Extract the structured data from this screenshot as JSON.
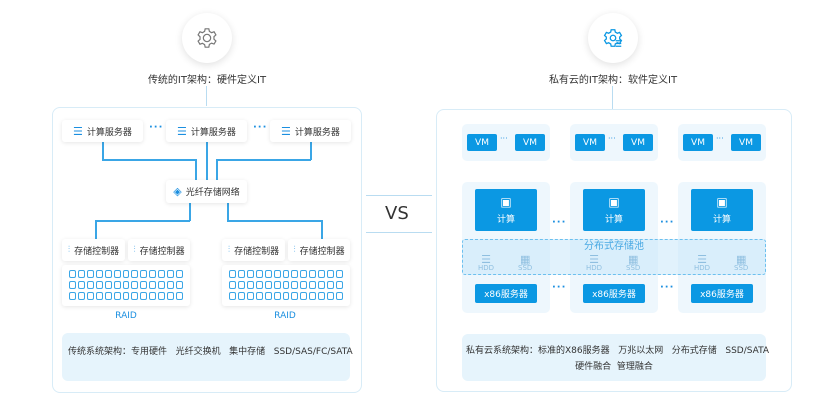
{
  "left": {
    "title": "传统的IT架构：硬件定义IT",
    "icon": "gear-icon",
    "servers": [
      "计算服务器",
      "计算服务器",
      "计算服务器"
    ],
    "network": "光纤存储网络",
    "controllers": [
      "存储控制器",
      "存储控制器",
      "存储控制器",
      "存储控制器"
    ],
    "raid": [
      "RAID",
      "RAID"
    ],
    "footer": "传统系统架构：专用硬件   光纤交换机   集中存储   SSD/SAS/FC/SATA"
  },
  "vs": "VS",
  "right": {
    "title": "私有云的IT架构：软件定义IT",
    "icon": "cloud-settings-icon",
    "vm": "VM",
    "compute": "计算",
    "hdd": "HDD",
    "ssd": "SSD",
    "pool": "分布式存储池",
    "x86": "x86服务器",
    "footer_line1": "私有云系统架构：标准的X86服务器   万兆以太网   分布式存储   SSD/SATA",
    "footer_line2": "硬件融合  管理融合"
  },
  "colors": {
    "accent": "#0b98e3",
    "line": "#3aa6e6",
    "panel_border": "#d8ecf7",
    "footer_bg": "#e6f4fc"
  }
}
